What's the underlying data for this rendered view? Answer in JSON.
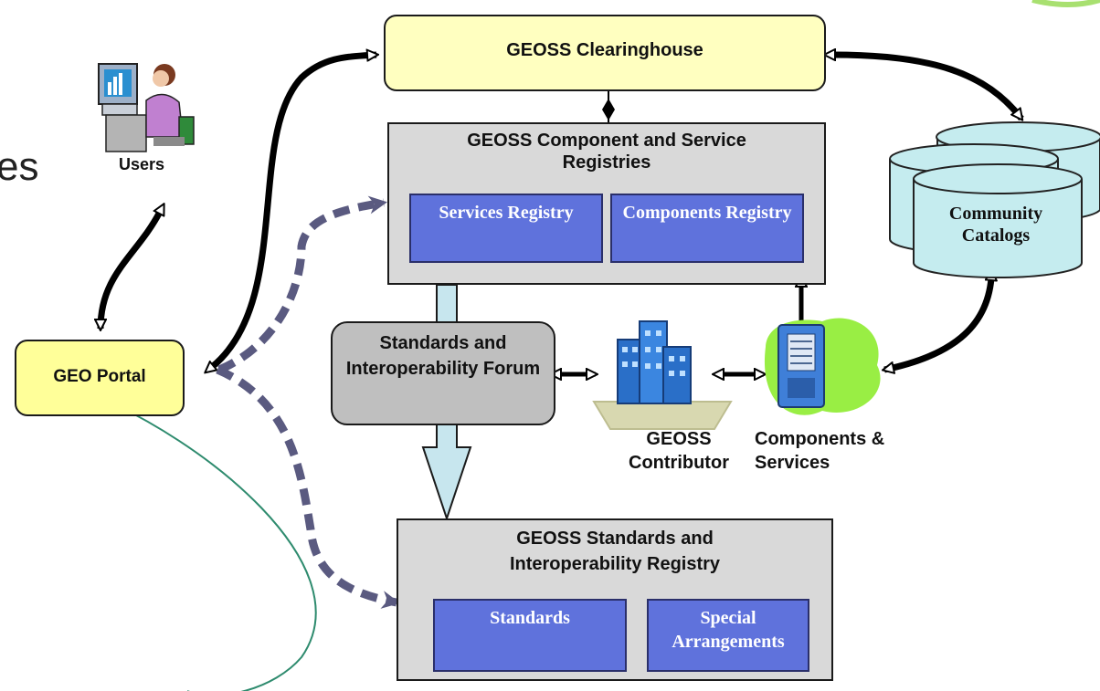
{
  "left_partial_text": "es",
  "users": {
    "label": "Users"
  },
  "geo_portal": {
    "label": "GEO Portal"
  },
  "clearinghouse": {
    "label": "GEOSS Clearinghouse"
  },
  "component_registries": {
    "title": "GEOSS Component and Service Registries",
    "services": "Services Registry",
    "components": "Components Registry"
  },
  "community_catalogs": {
    "label": "Community Catalogs"
  },
  "forum": {
    "label": "Standards and Interoperability Forum"
  },
  "contributor": {
    "label": "GEOSS Contributor"
  },
  "components_services": {
    "label": "Components & Services"
  },
  "standards_registry": {
    "title": "GEOSS Standards and Interoperability Registry",
    "standards": "Standards",
    "special": "Special Arrangements"
  },
  "colors": {
    "clearinghouse_fill": "#ffffc0",
    "portal_fill": "#ffff99",
    "registry_fill": "#d9d9d9",
    "inner_box_fill": "#5f72dc",
    "forum_fill": "#bfbfbf",
    "catalog_fill": "#c5ecef",
    "dashed_arrow": "#5a5a80",
    "annotation_curve": "#2e8b6e",
    "accent_green": "#a8e070"
  }
}
